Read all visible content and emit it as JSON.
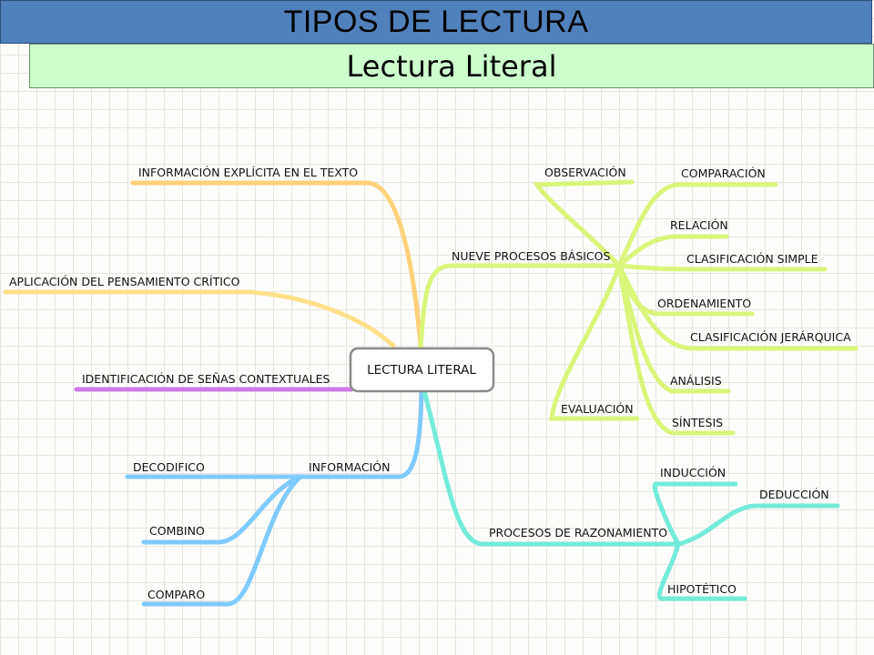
{
  "header": {
    "title": "TIPOS DE LECTURA",
    "subtitle": "Lectura Literal"
  },
  "colors": {
    "title_bg": "#4f81bd",
    "subtitle_bg": "#ccffcc",
    "orange_branch": "#ffd17a",
    "purple_branch": "#cc7ae6",
    "green_branch": "#d9f57a",
    "blue_branch": "#7fcbff",
    "teal_branch": "#73ebd9"
  },
  "mindmap": {
    "center": "LECTURA LITERAL",
    "informacion_explicita": "INFORMACIÓN EXPLÍCITA EN EL TEXTO",
    "aplicacion": "APLICACIÓN DEL PENSAMIENTO CRÍTICO",
    "identificacion": "IDENTIFICACIÓN DE SEÑAS CONTEXTUALES",
    "nueve_procesos": {
      "label": "NUEVE PROCESOS BÁSICOS",
      "children": [
        "OBSERVACIÓN",
        "COMPARACIÓN",
        "RELACIÓN",
        "CLASIFICACIÓN SIMPLE",
        "ORDENAMIENTO",
        "CLASIFICACIÓN JERÁRQUICA",
        "ANÁLISIS",
        "SÍNTESIS",
        "EVALUACIÓN"
      ]
    },
    "informacion": {
      "label": "INFORMACIÓN",
      "children": [
        "DECODIFICO",
        "COMBINO",
        "COMPARO"
      ]
    },
    "razonamiento": {
      "label": "PROCESOS DE RAZONAMIENTO",
      "children": [
        "INDUCCIÓN",
        "DEDUCCIÓN",
        "HIPOTÉTICO"
      ]
    }
  }
}
